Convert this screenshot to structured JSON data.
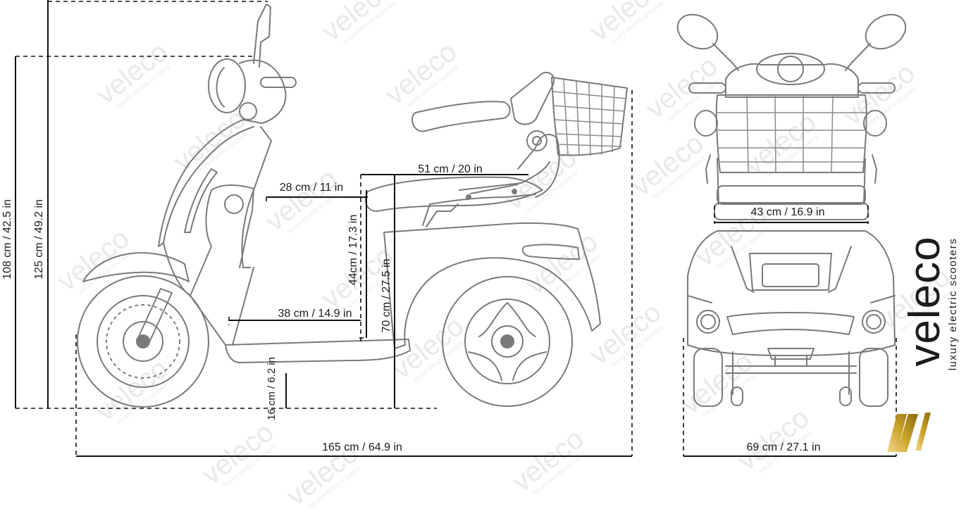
{
  "brand": {
    "name": "veleco",
    "tagline": "luxury electric scooters",
    "accent_color": "#c9a227",
    "text_color": "#1c1c1c"
  },
  "watermark": {
    "name": "veleco",
    "tagline": "luxury electric scooters",
    "color": "#e9e9e9"
  },
  "dimensions": {
    "height_mirror": "125 cm / 49.2 in",
    "height_top": "108 cm / 42.5 in",
    "footrest_top": "28 cm / 11 in",
    "seat_length": "51 cm / 20 in",
    "seat_height": "44cm / 17.3 in",
    "seat_floor": "70 cm / 27.5 in",
    "floor_length": "38 cm / 14.9 in",
    "ground_clearance": "16 cm / 6.2 in",
    "total_length": "165 cm / 64.9 in",
    "seat_width": "43 cm / 16.9 in",
    "total_width": "69 cm / 27.1 in"
  }
}
